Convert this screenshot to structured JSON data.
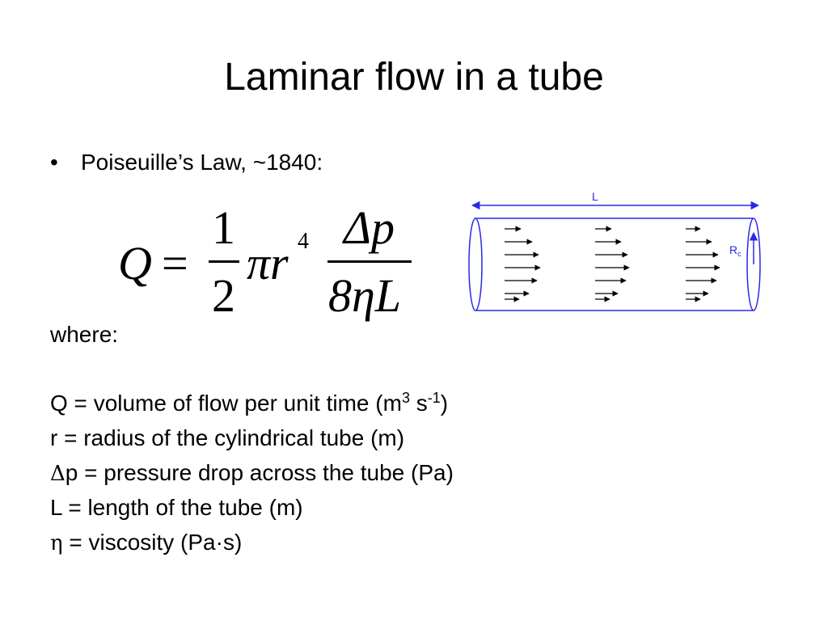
{
  "slide": {
    "title": "Laminar flow in a tube",
    "bullet_symbol": "•",
    "bullet_text": "Poiseuille’s Law, ~1840:"
  },
  "formula": {
    "lhs": "Q",
    "equals": "=",
    "num1": "1",
    "den1": "2",
    "pi_r": "πr",
    "exponent": "4",
    "num2": "Δp",
    "den2": "8ηL"
  },
  "diagram": {
    "length_label": "L",
    "radius_label": "R",
    "radius_subscript": "c",
    "line_color": "#2a2ae6"
  },
  "where_label": "where:",
  "definitions": {
    "q_prefix": "Q = volume of flow per unit time (m",
    "q_sup1": "3",
    "q_mid": " s",
    "q_sup2": "-1",
    "q_suffix": ")",
    "r_text": "r = radius of the cylindrical tube (m)",
    "dp_symbol": "Δ",
    "dp_text": "p = pressure drop across the tube (Pa)",
    "l_text": "L = length of the tube (m)",
    "eta_symbol": "η",
    "eta_text": " = viscosity (Pa·s)"
  }
}
